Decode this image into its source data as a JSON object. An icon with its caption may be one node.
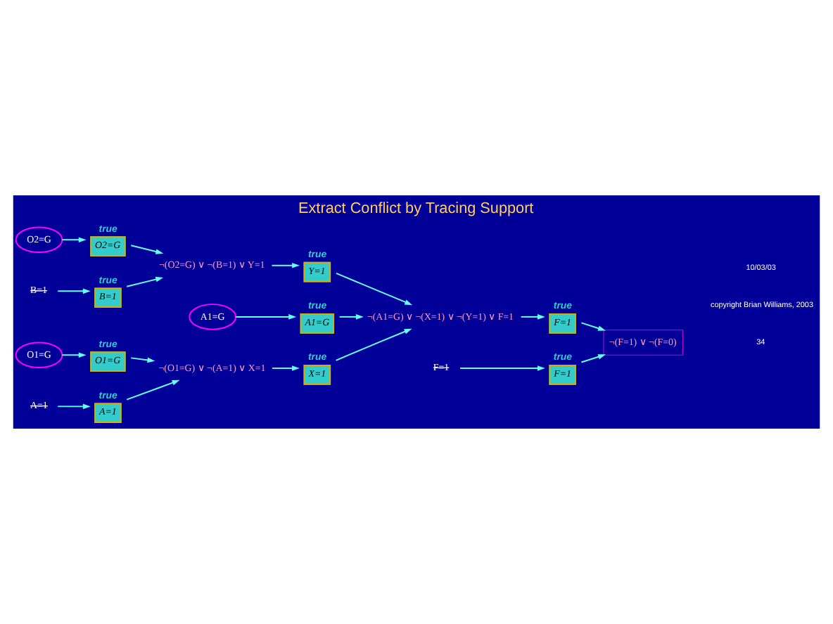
{
  "diagram": {
    "title": "Extract Conflict by Tracing Support",
    "nodes": [
      {
        "text": [
          "O1=G"
        ]
      },
      {
        "text": [
          "A=1"
        ]
      },
      {
        "text": [
          "O1=G"
        ],
        "beside": [
          "true"
        ]
      },
      {
        "text": [
          "A=1"
        ],
        "beside": [
          "true"
        ]
      },
      {
        "text": [
          "¬(O1=G) ∨ ¬(A=1) ∨ X=1"
        ]
      },
      {
        "text": [
          "X=1"
        ],
        "beside": [
          "true"
        ]
      },
      {
        "text": [
          "A1=G"
        ]
      },
      {
        "text": [
          "A1=G"
        ],
        "beside": [
          "true"
        ]
      },
      {
        "text": [
          "¬(A1=G) ∨ ¬(X=1) ∨ ¬(Y=1) ∨ F=1"
        ]
      },
      {
        "text": [
          "F=1"
        ],
        "beside": [
          "true"
        ]
      },
      {
        "text": [
          "F=1"
        ]
      },
      {
        "text": [
          "F=1"
        ],
        "beside": [
          "true"
        ]
      },
      {
        "text": [
          "¬(F=1) ∨ ¬(F=0)"
        ]
      },
      {
        "text": [
          "¬(O2=G) ∨ ¬(B=1) ∨ Y=1"
        ]
      },
      {
        "text": [
          "Y=1"
        ],
        "beside": [
          "true"
        ]
      },
      {
        "text": [
          "O2=G"
        ]
      },
      {
        "text": [
          "B=1"
        ]
      },
      {
        "text": [
          "O2=G"
        ],
        "beside": [
          "true"
        ]
      },
      {
        "text": [
          "B=1"
        ],
        "beside": [
          "true"
        ]
      }
    ],
    "edges": [
      {
        "from": 0,
        "to": 2,
        "arrow": "to"
      },
      {
        "from": 1,
        "to": 3,
        "arrow": "to"
      },
      {
        "from": 2,
        "to": 4,
        "arrow": "to"
      },
      {
        "from": 3,
        "to": 4,
        "arrow": "to"
      },
      {
        "from": 4,
        "to": 5,
        "arrow": "to"
      },
      {
        "from": 5,
        "to": 8,
        "arrow": "to"
      },
      {
        "from": 6,
        "to": 7,
        "arrow": "to"
      },
      {
        "from": 7,
        "to": 8,
        "arrow": "to"
      },
      {
        "from": 8,
        "to": 9,
        "arrow": "to"
      },
      {
        "from": 10,
        "to": 11,
        "arrow": "to"
      },
      {
        "from": 9,
        "to": 12,
        "arrow": "to"
      },
      {
        "from": 11,
        "to": 12,
        "arrow": "to"
      },
      {
        "from": 15,
        "to": 17,
        "arrow": "to"
      },
      {
        "from": 16,
        "to": 18,
        "arrow": "to"
      },
      {
        "from": 17,
        "to": 13,
        "arrow": "to"
      },
      {
        "from": 18,
        "to": 13,
        "arrow": "to"
      },
      {
        "from": 13,
        "to": 14,
        "arrow": "to"
      },
      {
        "from": 14,
        "to": 8,
        "arrow": "to"
      }
    ],
    "labels": [
      "10/03/03",
      "copyright Brian Williams, 2003",
      "34"
    ]
  }
}
